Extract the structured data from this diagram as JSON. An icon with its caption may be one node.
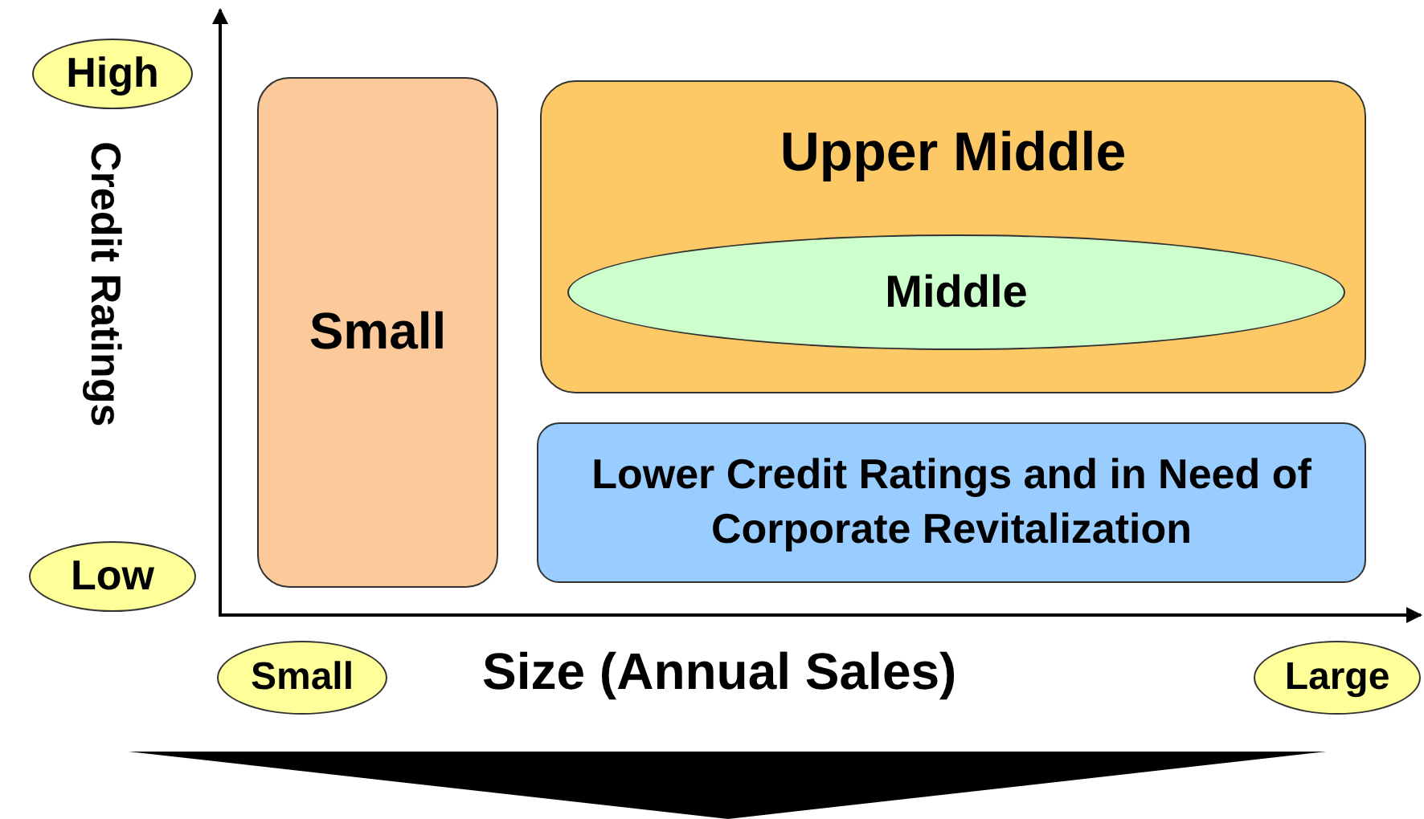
{
  "diagram": {
    "nodes": [
      {
        "text": [
          "High"
        ]
      },
      {
        "text": [
          "Upper Middle"
        ]
      },
      {
        "text": [
          "Middle"
        ],
        "in": 1
      },
      {
        "text": [
          "Small"
        ]
      },
      {
        "text": [
          "Lower Credit Ratings and in Need of Corporate Revitalization"
        ]
      },
      {
        "text": [
          "Low"
        ]
      },
      {
        "text": [
          "Small"
        ]
      },
      {
        "text": [
          "Large"
        ]
      }
    ],
    "edges": [],
    "labels": [
      "Credit Ratings",
      "Size (Annual Sales)"
    ]
  }
}
